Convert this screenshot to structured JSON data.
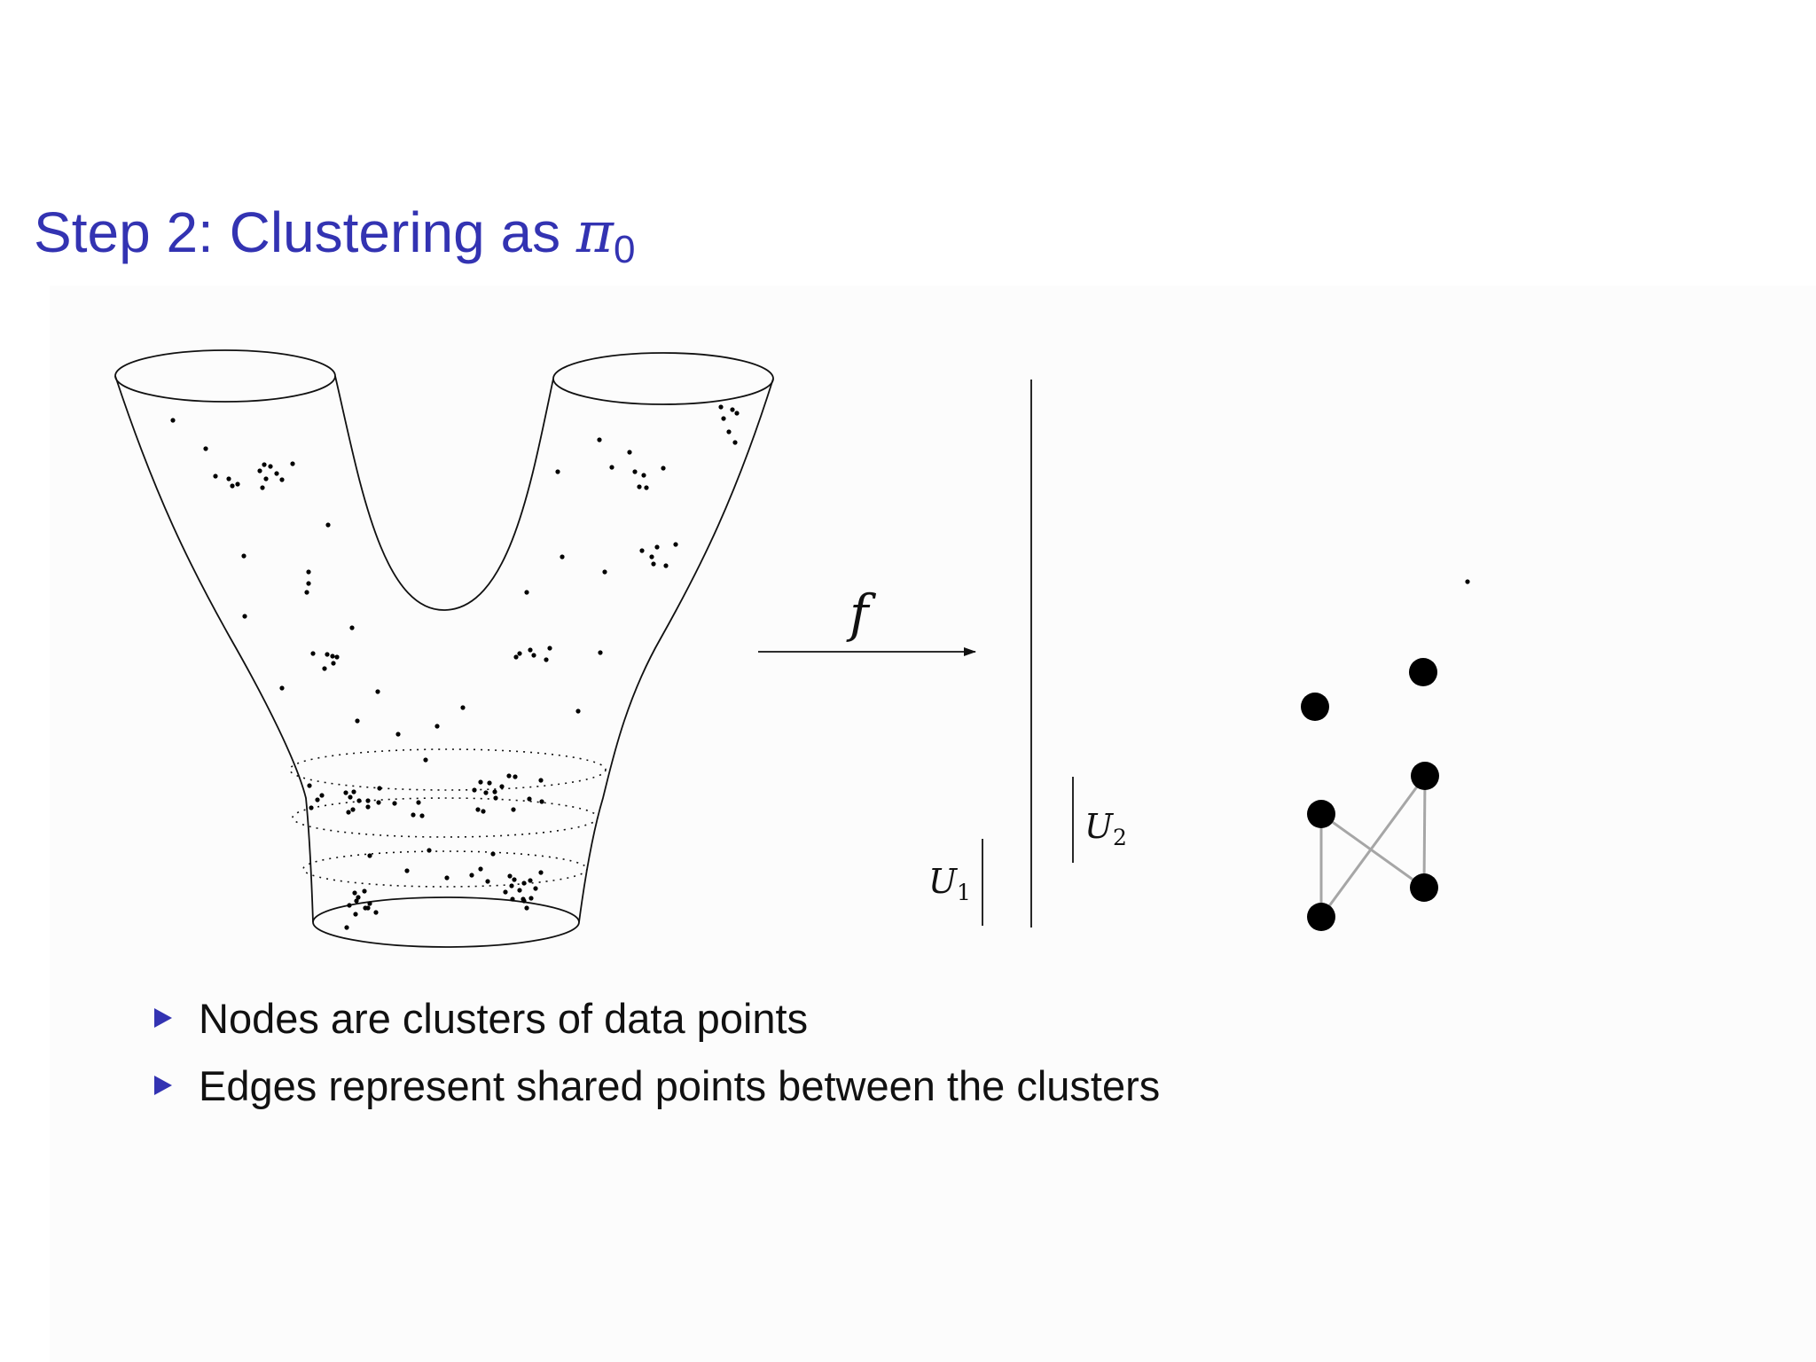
{
  "slide": {
    "title_text": "Step 2: Clustering as ",
    "title_math_symbol": "π",
    "title_math_subscript": "0",
    "title_color": "#3333b2"
  },
  "diagram": {
    "map_label": "f",
    "cover_sets": [
      {
        "label": "U",
        "subscript": "1"
      },
      {
        "label": "U",
        "subscript": "2"
      }
    ],
    "graph": {
      "node_count": 6,
      "edge_count": 4,
      "node_color": "#000000",
      "edge_color": "#a6a6a6"
    },
    "colors": {
      "outline": "#111111",
      "points": "#000000"
    }
  },
  "bullets": [
    {
      "text": "Nodes are clusters of data points"
    },
    {
      "text": "Edges represent shared points between the clusters"
    }
  ],
  "bullet_marker_color": "#3333b2"
}
